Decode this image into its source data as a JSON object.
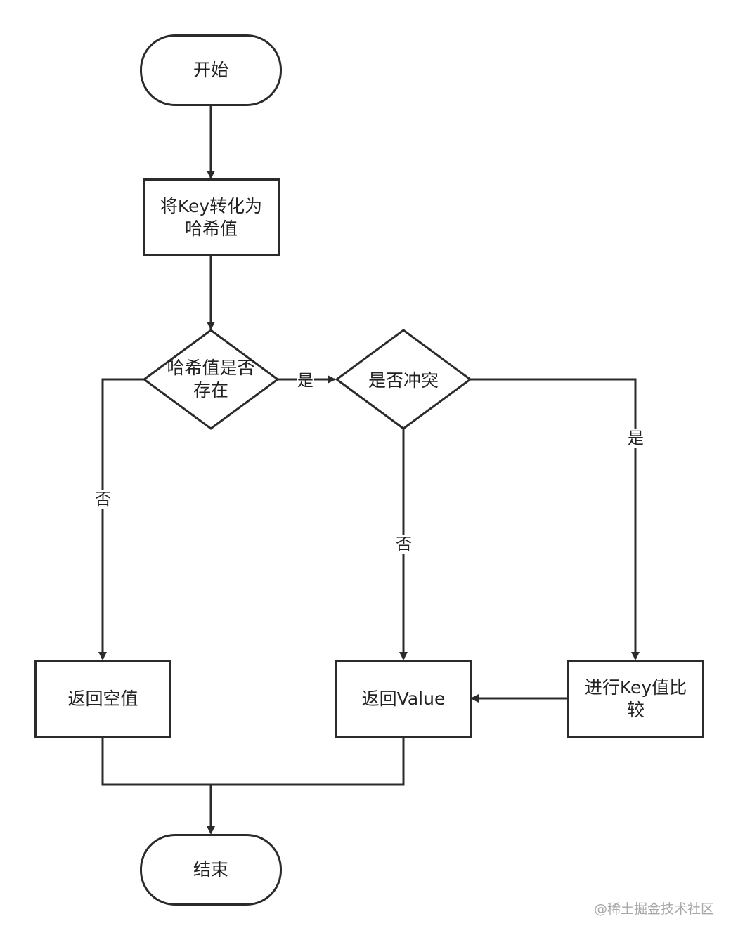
{
  "nodes": {
    "start": "开始",
    "convert": "将Key转化为\n哈希值",
    "exists": "哈希值是否\n存在",
    "conflict": "是否冲突",
    "return_null": "返回空值",
    "return_value": "返回Value",
    "compare": "进行Key值比\n较",
    "end": "结束"
  },
  "edges": {
    "exists_yes": "是",
    "exists_no": "否",
    "conflict_no": "否",
    "conflict_yes": "是"
  },
  "watermark": "@稀土掘金技术社区",
  "colors": {
    "stroke": "#2b2b2b",
    "text": "#222222",
    "watermark": "#a8a8a8"
  }
}
